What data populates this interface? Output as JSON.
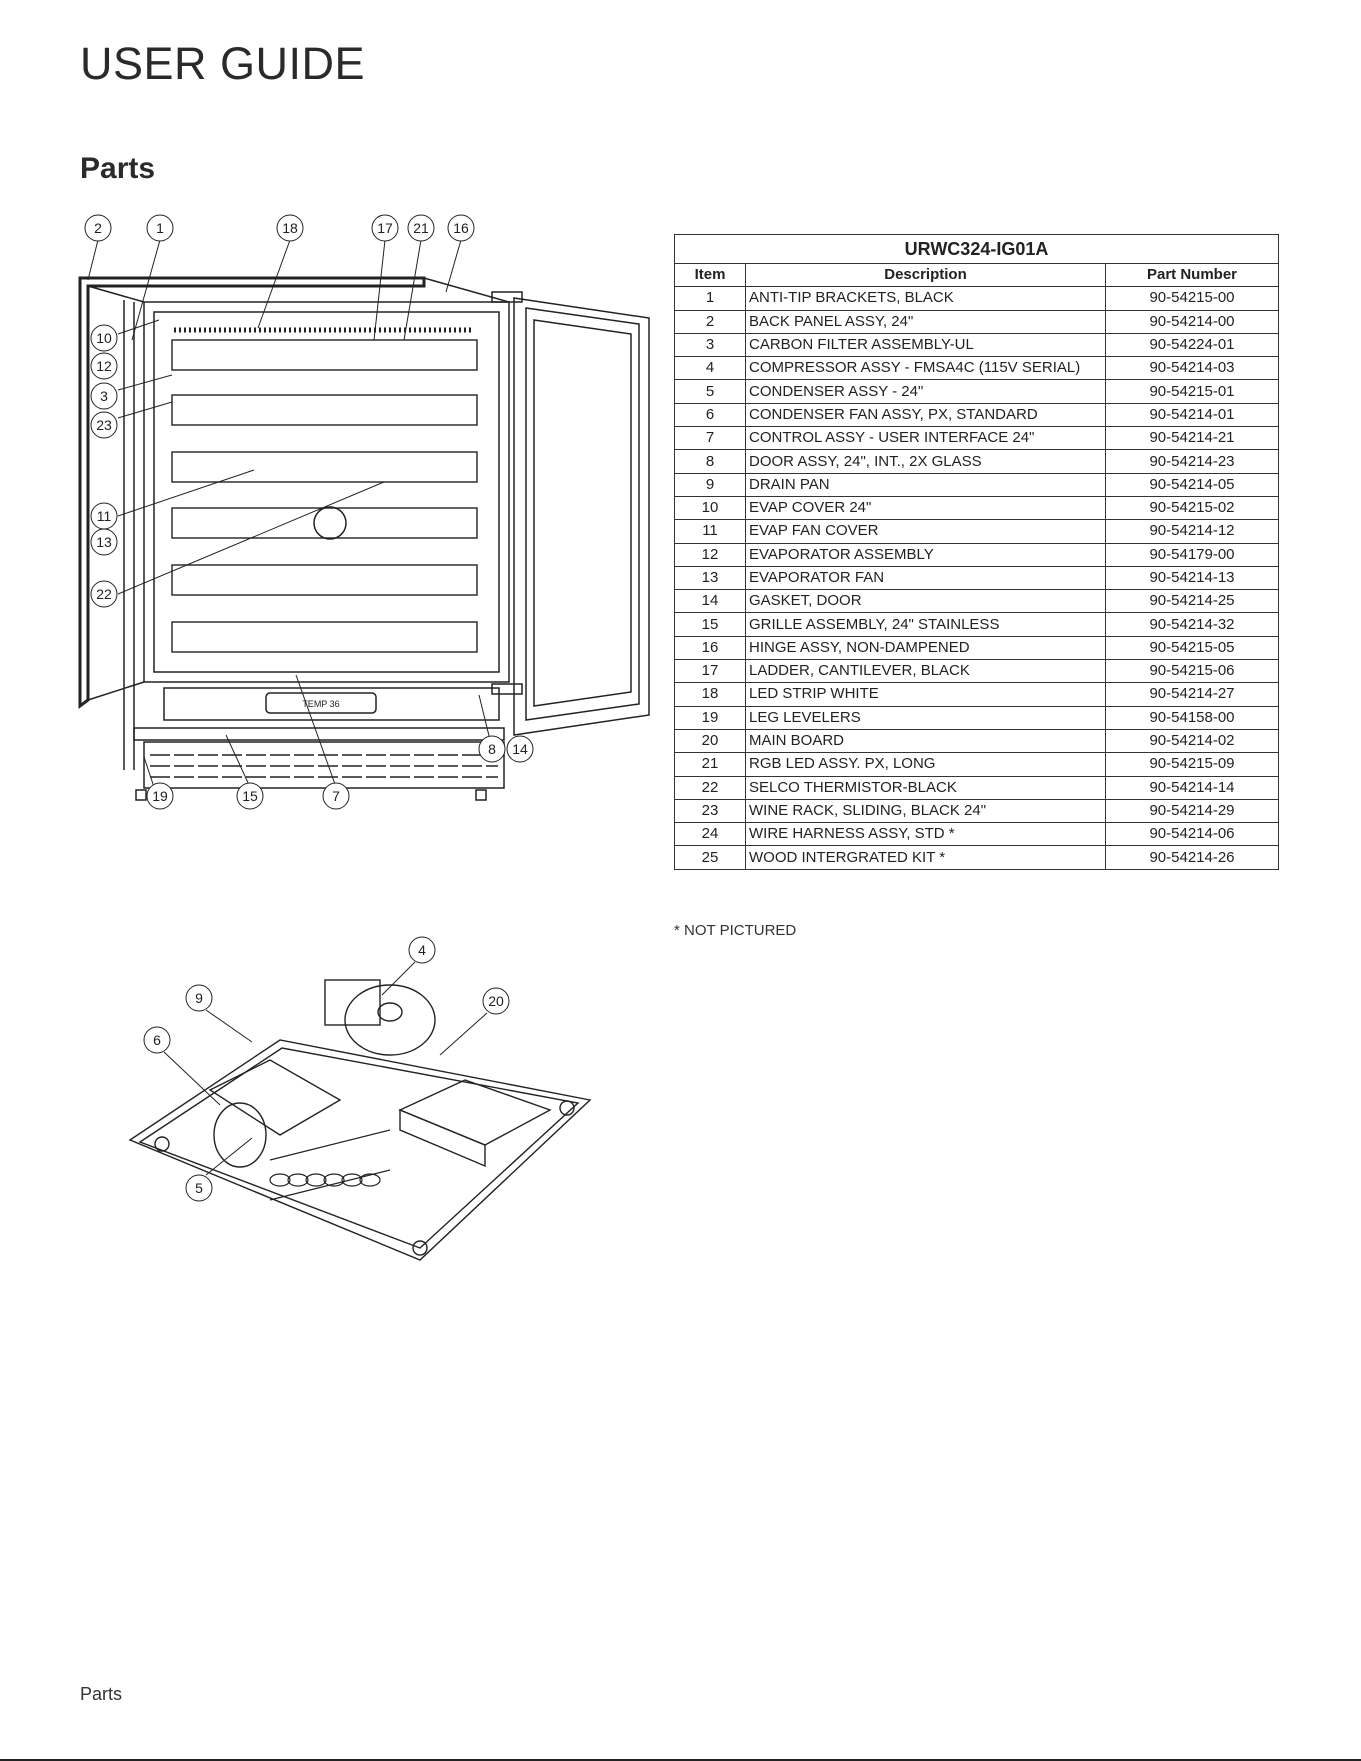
{
  "header": {
    "title": "USER GUIDE"
  },
  "section": {
    "title": "Parts"
  },
  "table": {
    "model": "URWC324-IG01A",
    "columns": [
      "Item",
      "Description",
      "Part Number"
    ],
    "rows": [
      [
        "1",
        "ANTI-TIP BRACKETS, BLACK",
        "90-54215-00"
      ],
      [
        "2",
        "BACK PANEL ASSY, 24\"",
        "90-54214-00"
      ],
      [
        "3",
        "CARBON FILTER ASSEMBLY-UL",
        "90-54224-01"
      ],
      [
        "4",
        "COMPRESSOR ASSY - FMSA4C (115V SERIAL)",
        "90-54214-03"
      ],
      [
        "5",
        "CONDENSER ASSY - 24\"",
        "90-54215-01"
      ],
      [
        "6",
        "CONDENSER FAN ASSY, PX, STANDARD",
        "90-54214-01"
      ],
      [
        "7",
        "CONTROL ASSY - USER INTERFACE 24\"",
        "90-54214-21"
      ],
      [
        "8",
        "DOOR ASSY, 24\", INT., 2X GLASS",
        "90-54214-23"
      ],
      [
        "9",
        "DRAIN PAN",
        "90-54214-05"
      ],
      [
        "10",
        "EVAP COVER 24\"",
        "90-54215-02"
      ],
      [
        "11",
        "EVAP FAN COVER",
        "90-54214-12"
      ],
      [
        "12",
        "EVAPORATOR ASSEMBLY",
        "90-54179-00"
      ],
      [
        "13",
        "EVAPORATOR FAN",
        "90-54214-13"
      ],
      [
        "14",
        "GASKET, DOOR",
        "90-54214-25"
      ],
      [
        "15",
        "GRILLE ASSEMBLY, 24\" STAINLESS",
        "90-54214-32"
      ],
      [
        "16",
        "HINGE ASSY, NON-DAMPENED",
        "90-54215-05"
      ],
      [
        "17",
        "LADDER, CANTILEVER, BLACK",
        "90-54215-06"
      ],
      [
        "18",
        "LED STRIP WHITE",
        "90-54214-27"
      ],
      [
        "19",
        "LEG LEVELERS",
        "90-54158-00"
      ],
      [
        "20",
        "MAIN BOARD",
        "90-54214-02"
      ],
      [
        "21",
        "RGB LED ASSY. PX, LONG",
        "90-54215-09"
      ],
      [
        "22",
        "SELCO THERMISTOR-BLACK",
        "90-54214-14"
      ],
      [
        "23",
        "WINE RACK, SLIDING, BLACK 24\"",
        "90-54214-29"
      ],
      [
        "24",
        "WIRE HARNESS ASSY, STD *",
        "90-54214-06"
      ],
      [
        "25",
        "WOOD INTERGRATED KIT *",
        "90-54214-26"
      ]
    ]
  },
  "note": "* NOT PICTURED",
  "diagram": {
    "display_text": "TEMP 36",
    "callouts": [
      "2",
      "1",
      "18",
      "17",
      "21",
      "16",
      "10",
      "12",
      "3",
      "23",
      "11",
      "13",
      "22",
      "8",
      "14",
      "19",
      "15",
      "7"
    ],
    "base_callouts": [
      "4",
      "9",
      "20",
      "6",
      "5"
    ]
  },
  "footer": {
    "label": "Parts"
  }
}
